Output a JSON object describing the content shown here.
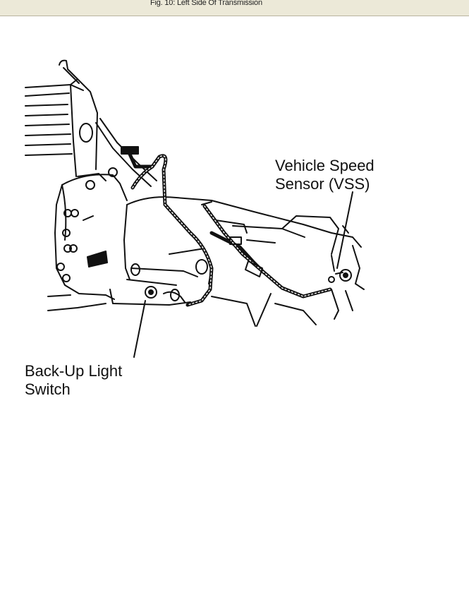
{
  "window": {
    "caption": "Fig. 10: Left Side Of Transmission"
  },
  "figure": {
    "labels": {
      "vss_line1": "Vehicle Speed",
      "vss_line2": "Sensor (VSS)",
      "backup_line1": "Back-Up Light",
      "backup_line2": "Switch"
    }
  }
}
